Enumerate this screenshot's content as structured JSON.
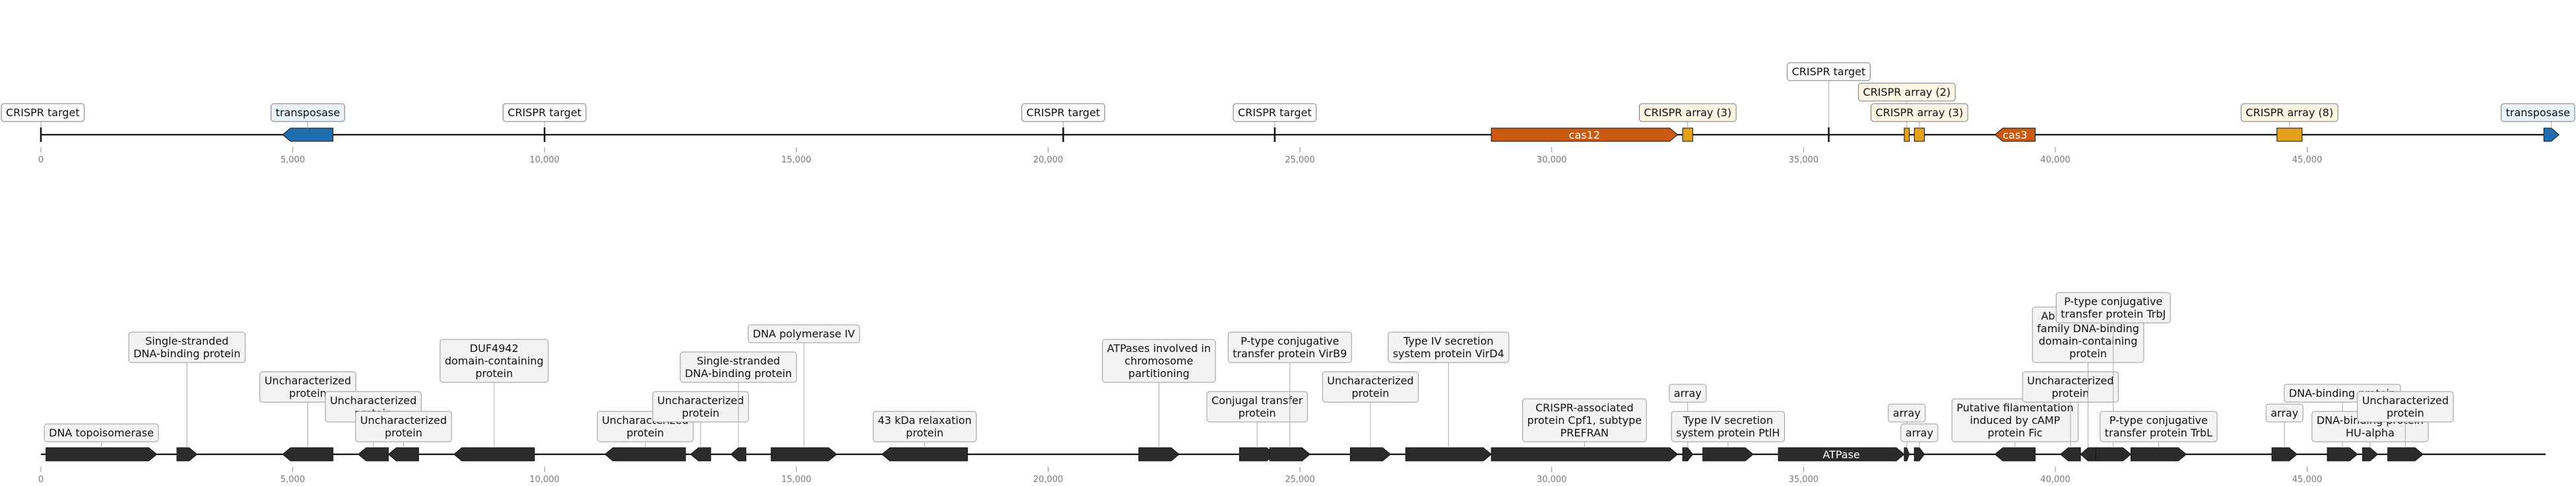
{
  "colors": {
    "cas": "#c85a12",
    "crispr_array": "#e3a21a",
    "transposase": "#1f6fb0",
    "gene": "#2b2b2b",
    "label_border_top": "#777777",
    "label_border_bottom": "#999999"
  },
  "chart_data": [
    {
      "type": "diagram",
      "track": "top",
      "xlim": [
        0,
        50000
      ],
      "ticks": [
        {
          "pos": 0,
          "label": "0"
        },
        {
          "pos": 5000,
          "label": "5,000"
        },
        {
          "pos": 10000,
          "label": "10,000"
        },
        {
          "pos": 15000,
          "label": "15,000"
        },
        {
          "pos": 20000,
          "label": "20,000"
        },
        {
          "pos": 25000,
          "label": "25,000"
        },
        {
          "pos": 30000,
          "label": "30,000"
        },
        {
          "pos": 35000,
          "label": "35,000"
        },
        {
          "pos": 40000,
          "label": "40,000"
        },
        {
          "pos": 45000,
          "label": "45,000"
        }
      ],
      "features": [
        {
          "kind": "mark",
          "pos": 0,
          "label": "CRISPR target",
          "level": 0,
          "label_bg": "#ffffff"
        },
        {
          "kind": "gene",
          "start": 4800,
          "end": 5800,
          "strand": -1,
          "color": "#1f6fb0",
          "label": "transposase",
          "level": 0,
          "label_bg": "#eaf3fb"
        },
        {
          "kind": "mark",
          "pos": 10000,
          "label": "CRISPR target",
          "level": 0,
          "label_bg": "#ffffff"
        },
        {
          "kind": "mark",
          "pos": 20300,
          "label": "CRISPR target",
          "level": 0,
          "label_bg": "#ffffff"
        },
        {
          "kind": "mark",
          "pos": 24500,
          "label": "CRISPR target",
          "level": 0,
          "label_bg": "#ffffff"
        },
        {
          "kind": "gene",
          "start": 28800,
          "end": 32500,
          "strand": 1,
          "color": "#c85a12",
          "label": "cas12",
          "inner": true
        },
        {
          "kind": "gene",
          "start": 32600,
          "end": 32800,
          "strand": 0,
          "color": "#e3a21a",
          "label": "CRISPR array (3)",
          "level": 0,
          "label_bg": "#fdf5e4"
        },
        {
          "kind": "mark",
          "pos": 35500,
          "label": "CRISPR target",
          "level": 2,
          "label_bg": "#ffffff"
        },
        {
          "kind": "gene",
          "start": 37000,
          "end": 37100,
          "strand": 0,
          "color": "#e3a21a",
          "label": "CRISPR array (2)",
          "level": 1,
          "label_bg": "#fdf5e4"
        },
        {
          "kind": "gene",
          "start": 37200,
          "end": 37400,
          "strand": 0,
          "color": "#e3a21a",
          "label": "CRISPR array (3)",
          "level": 0,
          "label_bg": "#fdf5e4"
        },
        {
          "kind": "gene",
          "start": 38800,
          "end": 39600,
          "strand": -1,
          "color": "#c85a12",
          "label": "cas3",
          "inner": true
        },
        {
          "kind": "gene",
          "start": 44400,
          "end": 44900,
          "strand": 0,
          "color": "#e3a21a",
          "label": "CRISPR array (8)",
          "level": 0,
          "label_bg": "#fdf5e4"
        },
        {
          "kind": "gene",
          "start": 49700,
          "end": 50000,
          "strand": 1,
          "color": "#1f6fb0",
          "label": "transposase",
          "level": 0,
          "label_bg": "#eaf3fb"
        }
      ]
    },
    {
      "type": "diagram",
      "track": "bottom",
      "xlim": [
        0,
        50000
      ],
      "ticks": [
        {
          "pos": 0,
          "label": "0"
        },
        {
          "pos": 5000,
          "label": "5,000"
        },
        {
          "pos": 10000,
          "label": "10,000"
        },
        {
          "pos": 15000,
          "label": "15,000"
        },
        {
          "pos": 20000,
          "label": "20,000"
        },
        {
          "pos": 25000,
          "label": "25,000"
        },
        {
          "pos": 30000,
          "label": "30,000"
        },
        {
          "pos": 35000,
          "label": "35,000"
        },
        {
          "pos": 40000,
          "label": "40,000"
        },
        {
          "pos": 45000,
          "label": "45,000"
        }
      ],
      "features": [
        {
          "kind": "gene",
          "start": 100,
          "end": 2300,
          "strand": 1,
          "label": "DNA topoisomerase",
          "level": 0
        },
        {
          "kind": "gene",
          "start": 2700,
          "end": 3100,
          "strand": 1,
          "label": "Single-stranded DNA-binding protein",
          "level": 4
        },
        {
          "kind": "gene",
          "start": 4800,
          "end": 5800,
          "strand": -1,
          "label": "Uncharacterized protein",
          "level": 2
        },
        {
          "kind": "gene",
          "start": 6300,
          "end": 6900,
          "strand": -1,
          "label": "Uncharacterized protein",
          "level": 1
        },
        {
          "kind": "gene",
          "start": 6900,
          "end": 7500,
          "strand": -1,
          "label": "Uncharacterized protein",
          "level": 0
        },
        {
          "kind": "gene",
          "start": 8200,
          "end": 9800,
          "strand": -1,
          "label": "DUF4942 domain-containing protein",
          "level": 3
        },
        {
          "kind": "gene",
          "start": 11200,
          "end": 12800,
          "strand": -1,
          "label": "Uncharacterized protein",
          "level": 0
        },
        {
          "kind": "gene",
          "start": 12900,
          "end": 13300,
          "strand": -1,
          "label": "Uncharacterized protein",
          "level": 1
        },
        {
          "kind": "gene",
          "start": 13700,
          "end": 14000,
          "strand": -1,
          "label": "Single-stranded DNA-binding protein",
          "level": 3
        },
        {
          "kind": "gene",
          "start": 14500,
          "end": 15800,
          "strand": 1,
          "label": "DNA polymerase IV",
          "level": 5
        },
        {
          "kind": "gene",
          "start": 16700,
          "end": 18400,
          "strand": -1,
          "label": "43 kDa relaxation protein",
          "level": 0
        },
        {
          "kind": "gene",
          "start": 21800,
          "end": 22600,
          "strand": 1,
          "label": "ATPases involved in chromosome partitioning",
          "level": 3
        },
        {
          "kind": "gene",
          "start": 23800,
          "end": 24500,
          "strand": 1,
          "label": "Conjugal transfer protein",
          "level": 1
        },
        {
          "kind": "gene",
          "start": 24400,
          "end": 25200,
          "strand": 1,
          "label": "P-type conjugative transfer protein VirB9",
          "level": 4
        },
        {
          "kind": "gene",
          "start": 26000,
          "end": 26800,
          "strand": 1,
          "label": "Uncharacterized protein",
          "level": 2
        },
        {
          "kind": "gene",
          "start": 27100,
          "end": 28800,
          "strand": 1,
          "label": "Type IV secretion system protein VirD4",
          "level": 4
        },
        {
          "kind": "gene",
          "start": 28800,
          "end": 32500,
          "strand": 1,
          "label": "CRISPR-associated protein Cpf1, subtype PREFRAN",
          "level": 0
        },
        {
          "kind": "gene",
          "start": 32600,
          "end": 32800,
          "strand": 1,
          "label": "array",
          "level": 2
        },
        {
          "kind": "gene",
          "start": 33000,
          "end": 34000,
          "strand": 1,
          "label": "Type IV secretion system protein PtlH",
          "level": 0
        },
        {
          "kind": "gene",
          "start": 34500,
          "end": 37000,
          "strand": 1,
          "label": "ATPase",
          "inner": true
        },
        {
          "kind": "gene",
          "start": 37000,
          "end": 37100,
          "strand": 1,
          "label": "array",
          "level": 1
        },
        {
          "kind": "gene",
          "start": 37200,
          "end": 37400,
          "strand": 1,
          "label": "array",
          "level": 0
        },
        {
          "kind": "gene",
          "start": 38800,
          "end": 39600,
          "strand": -1,
          "label": "Putative filamentation induced by cAMP protein Fic",
          "level": 0
        },
        {
          "kind": "gene",
          "start": 40100,
          "end": 40500,
          "strand": -1,
          "label": "Uncharacterized protein",
          "level": 2
        },
        {
          "kind": "gene",
          "start": 40500,
          "end": 40800,
          "strand": -1,
          "label": "AbrB/MazE/SpoVT family DNA-binding domain-containing protein",
          "level": 4
        },
        {
          "kind": "gene",
          "start": 40800,
          "end": 41500,
          "strand": 1,
          "label": "P-type conjugative transfer protein TrbJ",
          "level": 6
        },
        {
          "kind": "gene",
          "start": 41500,
          "end": 42600,
          "strand": 1,
          "label": "P-type conjugative transfer protein TrbL",
          "level": 0
        },
        {
          "kind": "gene",
          "start": 44300,
          "end": 44800,
          "strand": 1,
          "label": "array",
          "level": 1
        },
        {
          "kind": "gene",
          "start": 45400,
          "end": 46000,
          "strand": 1,
          "label": "DNA-binding protein",
          "level": 2
        },
        {
          "kind": "gene",
          "start": 46100,
          "end": 46400,
          "strand": 1,
          "label": "DNA-binding protein HU-alpha",
          "level": 0
        },
        {
          "kind": "gene",
          "start": 46600,
          "end": 47300,
          "strand": 1,
          "label": "Uncharacterized protein",
          "level": 1
        }
      ]
    }
  ]
}
